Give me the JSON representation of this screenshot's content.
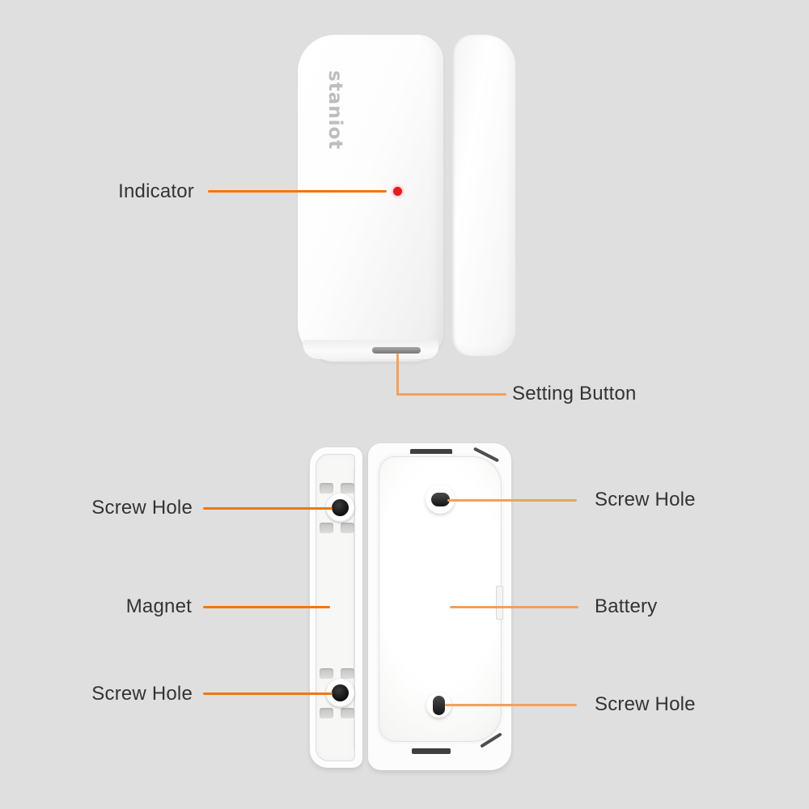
{
  "colors": {
    "page_bg": "#dfdfe0",
    "callout_orange": "#f1770f",
    "callout_orange_light": "#f4a05c",
    "indicator_red": "#e81a1c",
    "label_text": "#333333",
    "brand_gray": "#bdbdbd",
    "slot_dark": "#3f3f3f"
  },
  "brand": {
    "logo_text": "staniot"
  },
  "front_view": {
    "indicator": {
      "label": "Indicator"
    },
    "setting_button": {
      "label": "Setting Button"
    }
  },
  "back_view": {
    "screw_hole_magnet_top": {
      "label": "Screw Hole"
    },
    "magnet": {
      "label": "Magnet"
    },
    "screw_hole_magnet_bottom": {
      "label": "Screw Hole"
    },
    "screw_hole_body_top": {
      "label": "Screw Hole"
    },
    "battery": {
      "label": "Battery"
    },
    "screw_hole_body_bottom": {
      "label": "Screw Hole"
    }
  }
}
